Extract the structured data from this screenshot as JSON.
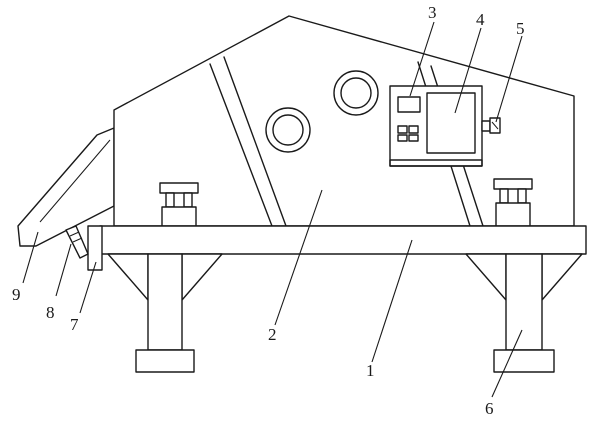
{
  "labels": [
    {
      "id": "l1",
      "text": "1"
    },
    {
      "id": "l2",
      "text": "2"
    },
    {
      "id": "l3",
      "text": "3"
    },
    {
      "id": "l4",
      "text": "4"
    },
    {
      "id": "l5",
      "text": "5"
    },
    {
      "id": "l6",
      "text": "6"
    },
    {
      "id": "l7",
      "text": "7"
    },
    {
      "id": "l8",
      "text": "8"
    },
    {
      "id": "l9",
      "text": "9"
    }
  ]
}
